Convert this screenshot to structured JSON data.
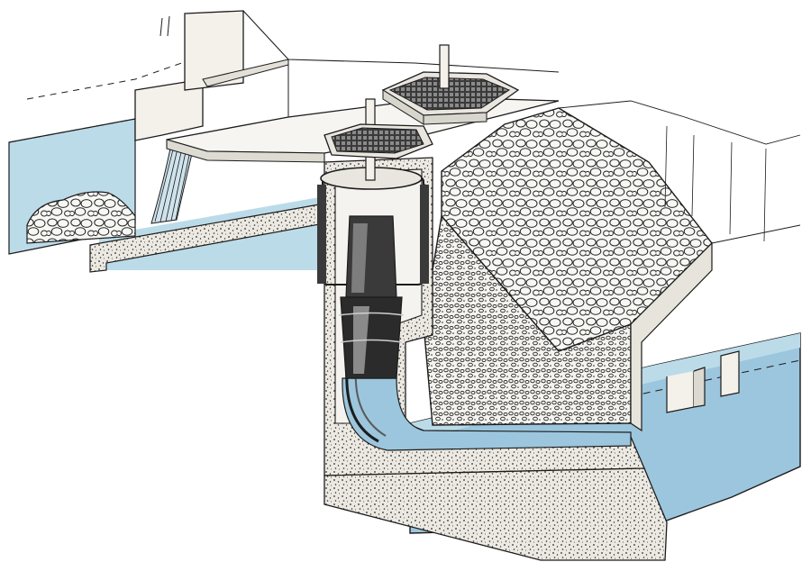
{
  "figure": {
    "kind": "cutaway illustration",
    "text_labels": []
  },
  "colors": {
    "water": "#bcdbe9",
    "water_deep": "#9cc6dd",
    "concrete": "#e9e6df",
    "line": "#1c1c1c",
    "stone": "#f7f7f4",
    "grating": "#2b2b2b",
    "pump": "#3a3a3a",
    "background": "#ffffff"
  },
  "components": [
    "intake-channel",
    "intake-weir",
    "trash-rack",
    "pump-well",
    "submersible-pump",
    "motor-cover-plate-small",
    "motor-cover-plate-large",
    "discharge-bend",
    "gravel-embankment",
    "outlet-channel"
  ]
}
